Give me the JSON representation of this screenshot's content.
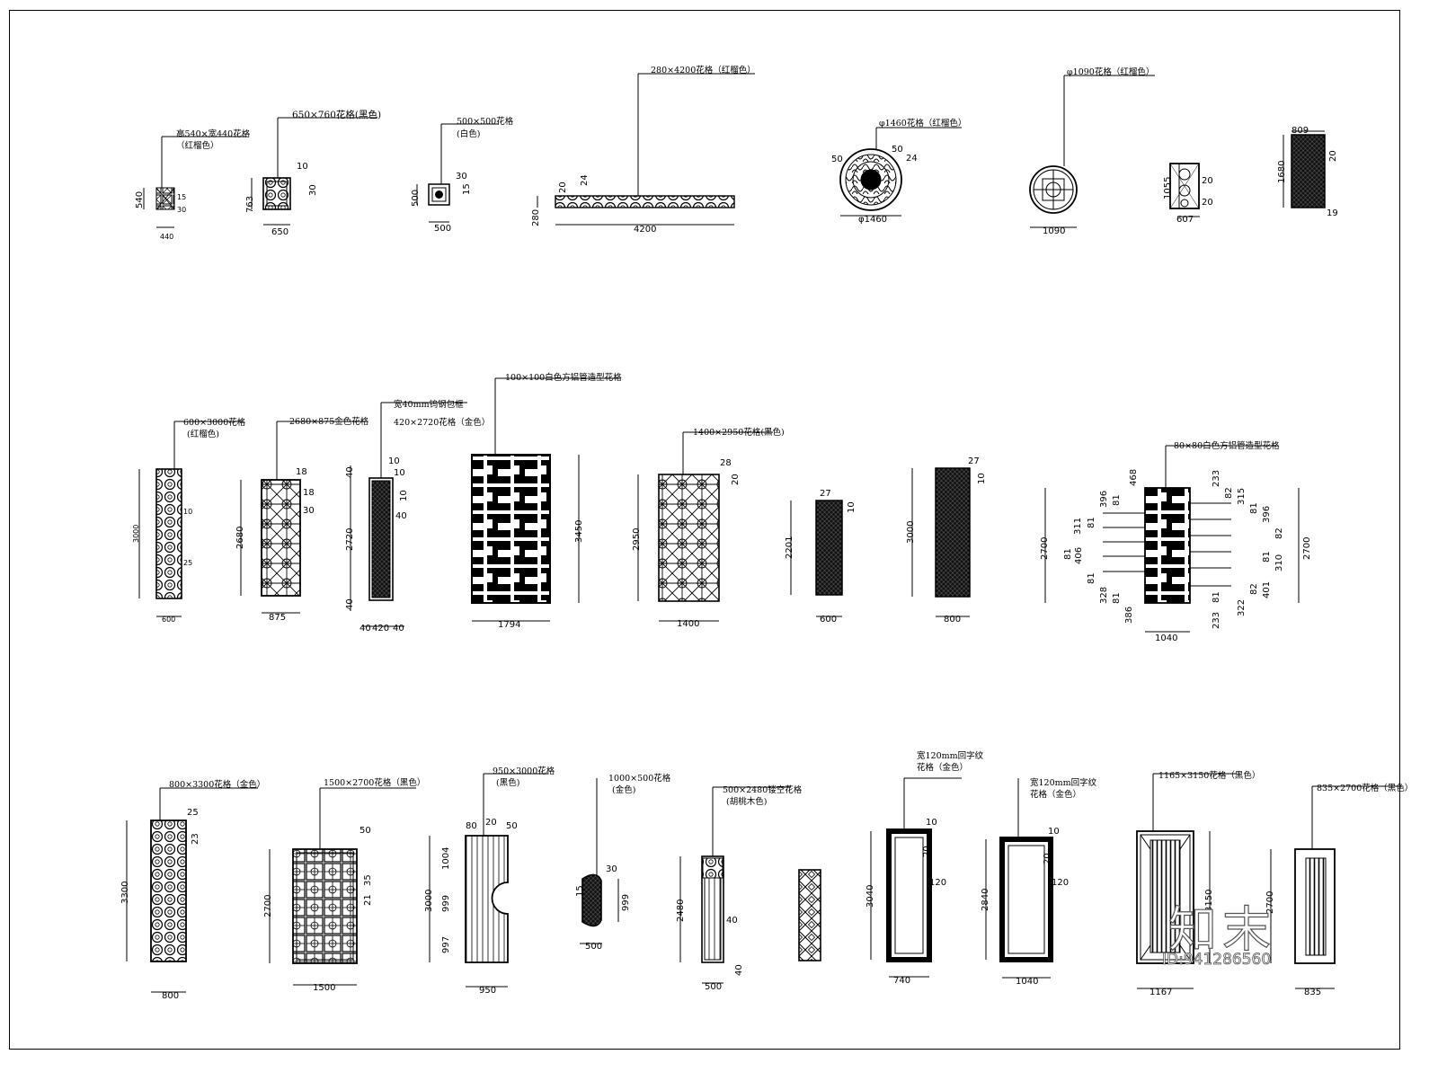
{
  "row1": {
    "p1": {
      "label": "高540×宽440花格",
      "label2": "（红榴色）",
      "h": "540",
      "w": "440",
      "d1": "15",
      "d2": "30"
    },
    "p2": {
      "label": "650×760花格(黑色)",
      "h": "763",
      "w": "650",
      "d1": "10",
      "d2": "30"
    },
    "p3": {
      "label": "500×500花格",
      "label2": "(白色)",
      "h": "500",
      "w": "500",
      "d1": "30",
      "d2": "15"
    },
    "p4": {
      "label": "280×4200花格（红榴色）",
      "h": "280",
      "w": "4200",
      "d1": "20",
      "d2": "24"
    },
    "p5": {
      "label": "φ1460花格（红榴色）",
      "d1": "50",
      "d2": "50",
      "d3": "24",
      "w": "φ1460"
    },
    "p6": {
      "label": "φ1090花格（红榴色）",
      "w": "1090"
    },
    "p7": {
      "h": "1055",
      "w": "607",
      "d1": "20",
      "d2": "20"
    },
    "p8": {
      "top": "809",
      "h": "1680",
      "d1": "20",
      "d2": "19"
    }
  },
  "row2": {
    "p1": {
      "label": "600×3000花格",
      "label2": "(红榴色)",
      "h": "3000",
      "w": "600",
      "d1": "10",
      "d2": "25"
    },
    "p2": {
      "label": "2680×875金色花格",
      "h": "2680",
      "w": "875",
      "d1": "18",
      "d2": "18",
      "d3": "30"
    },
    "p3": {
      "label": "宽40mm钨钢包框",
      "label2": "420×2720花格（金色）",
      "h": "2720",
      "t": "40",
      "b": "40",
      "d1": "10",
      "d2": "10",
      "d3": "10",
      "d4": "40",
      "w1": "40",
      "w2": "420",
      "w3": "40"
    },
    "p4": {
      "label": "100×100白色方铝管造型花格",
      "h": "3450",
      "w": "1794"
    },
    "p5": {
      "label": "1400×2950花格(黑色)",
      "h": "2950",
      "w": "1400",
      "d1": "28",
      "d2": "20"
    },
    "p6": {
      "h": "2201",
      "w": "600",
      "d1": "27",
      "d2": "10"
    },
    "p7": {
      "h": "3000",
      "w": "800",
      "d1": "27",
      "d2": "10"
    },
    "p8": {
      "label": "80×80白色方铝管造型花格",
      "h": "2700",
      "w": "1040",
      "left_dims": [
        "468",
        "396",
        "81",
        "311",
        "81",
        "406",
        "81",
        "81",
        "328",
        "81",
        "386"
      ],
      "right_dims": [
        "233",
        "82",
        "315",
        "81",
        "396",
        "82",
        "81",
        "310",
        "82",
        "401",
        "81",
        "322",
        "233"
      ],
      "h2": "2700"
    }
  },
  "row3": {
    "p1": {
      "label": "800×3300花格（金色）",
      "h": "3300",
      "w": "800",
      "d1": "25",
      "d2": "23"
    },
    "p2": {
      "label": "1500×2700花格（黑色）",
      "h": "2700",
      "w": "1500",
      "d1": "50",
      "d2": "35",
      "d3": "21"
    },
    "p3": {
      "label": "950×3000花格",
      "label2": "(黑色)",
      "h": "3000",
      "w": "950",
      "d1": "80",
      "d2": "20",
      "d3": "50",
      "v1": "1004",
      "v2": "999",
      "v3": "997"
    },
    "p4": {
      "label": "1000×500花格",
      "label2": "(金色)",
      "w": "500",
      "d1": "30",
      "d2": "999",
      "d3": "15"
    },
    "p5": {
      "label": "500×2480镂空花格",
      "label2": "(胡桃木色)",
      "h": "2480",
      "w": "500",
      "d1": "40",
      "d2": "40"
    },
    "p6": {
      "label": "宽120mm回字纹",
      "label2": "花格（金色）",
      "h": "3040",
      "w": "740",
      "d1": "10",
      "d2": "20",
      "d3": "120"
    },
    "p7": {
      "label": "宽120mm回字纹",
      "label2": "花格（金色）",
      "h": "2840",
      "w": "1040",
      "d1": "10",
      "d2": "20",
      "d3": "120"
    },
    "p8": {
      "label": "1165×3150花格（黑色）",
      "h": "3150",
      "w": "1167"
    },
    "p9": {
      "label": "835×2700花格（黑色）",
      "h": "2700",
      "w": "835"
    }
  },
  "watermark": {
    "brand": "知末",
    "id": "ID:941286560"
  }
}
